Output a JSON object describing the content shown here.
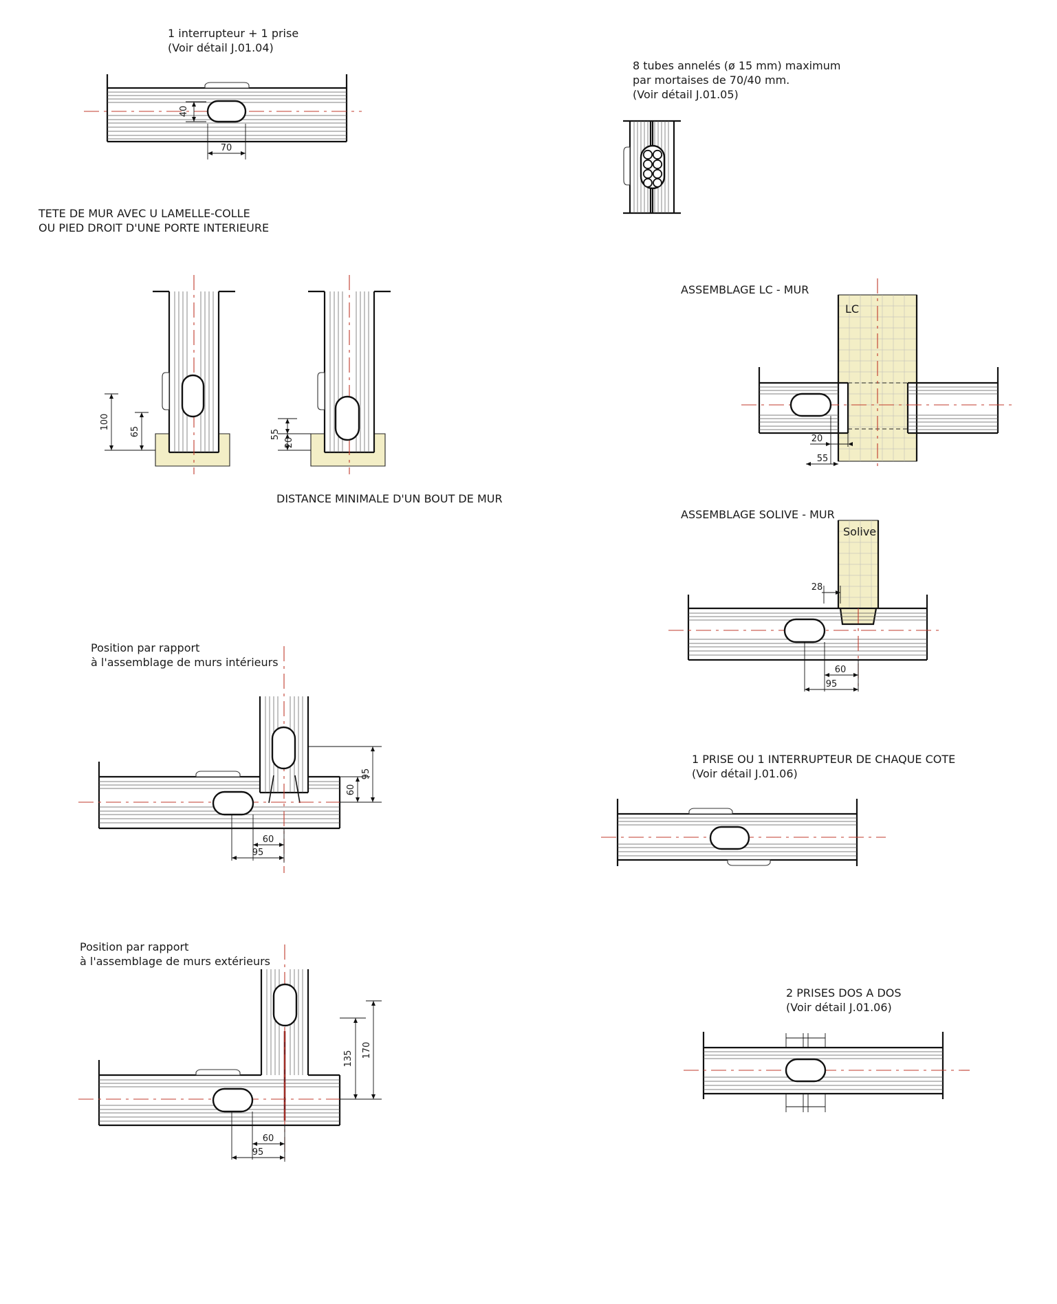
{
  "labels": {
    "switch_outlet": {
      "line1": "1 interrupteur + 1 prise",
      "line2": "(Voir détail J.01.04)"
    },
    "tubes": {
      "line1": "8 tubes annelés (ø 15 mm) maximum",
      "line2": "par mortaises de 70/40 mm.",
      "line3": "(Voir détail J.01.05)"
    },
    "wall_head": {
      "line1": "TETE DE MUR AVEC U LAMELLE-COLLE",
      "line2": "OU PIED DROIT D'UNE PORTE INTERIEURE"
    },
    "min_distance": "DISTANCE MINIMALE D'UN BOUT DE MUR",
    "lc_wall": {
      "title": "ASSEMBLAGE LC - MUR",
      "tag": "LC"
    },
    "joist_wall": {
      "title": "ASSEMBLAGE SOLIVE - MUR",
      "tag": "Solive"
    },
    "interior": {
      "line1": "Position par rapport",
      "line2": "à l'assemblage de murs intérieurs"
    },
    "exterior": {
      "line1": "Position par rapport",
      "line2": "à l'assemblage de murs extérieurs"
    },
    "each_side": {
      "line1": "1 PRISE OU 1 INTERRUPTEUR DE CHAQUE COTE",
      "line2": "(Voir détail J.01.06)"
    },
    "back_to_back": {
      "line1": "2 PRISES DOS A DOS",
      "line2": "(Voir détail J.01.06)"
    }
  },
  "dimensions": {
    "mortise_height": "40",
    "mortise_width": "70",
    "head_a_high": "100",
    "head_a_low": "65",
    "head_b_high": "55",
    "head_b_low": "20",
    "lc_a": "20",
    "lc_b": "55",
    "joist_a": "28",
    "joist_b": "60",
    "joist_c": "95",
    "int_h_a": "60",
    "int_h_b": "95",
    "int_v_a": "60",
    "int_v_b": "95",
    "ext_h_a": "60",
    "ext_h_b": "95",
    "ext_v_a": "135",
    "ext_v_b": "170"
  }
}
